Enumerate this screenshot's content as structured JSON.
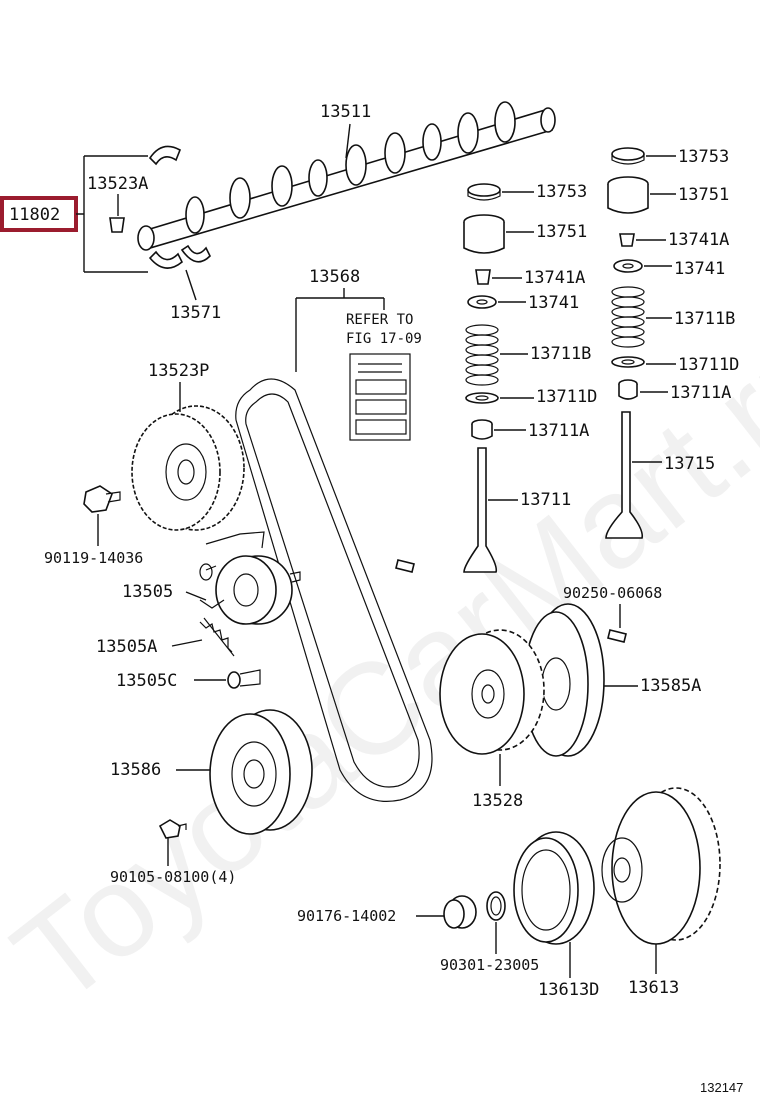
{
  "watermark": "ToyotaCarMart.ru",
  "figure_id": "132147",
  "note": {
    "line1": "REFER TO",
    "line2": "FIG 17-09"
  },
  "highlight_color": "#9b1c2e",
  "labels": {
    "p11802": "11802",
    "p13511": "13511",
    "p13523A": "13523A",
    "p13571": "13571",
    "p13568": "13568",
    "p13523P": "13523P",
    "p90119": "90119-14036",
    "p13505": "13505",
    "p13505A": "13505A",
    "p13505C": "13505C",
    "p13586": "13586",
    "p90105": "90105-08100(4)",
    "p13753a": "13753",
    "p13753b": "13753",
    "p13751a": "13751",
    "p13751b": "13751",
    "p13741Aa": "13741A",
    "p13741Ab": "13741A",
    "p13741a": "13741",
    "p13741b": "13741",
    "p13711Ba": "13711B",
    "p13711Bb": "13711B",
    "p13711Da": "13711D",
    "p13711Db": "13711D",
    "p13711Aa": "13711A",
    "p13711Ab": "13711A",
    "p13711": "13711",
    "p13715": "13715",
    "p90250": "90250-06068",
    "p13585A": "13585A",
    "p13528": "13528",
    "p90176": "90176-14002",
    "p90301": "90301-23005",
    "p13613D": "13613D",
    "p13613": "13613"
  }
}
